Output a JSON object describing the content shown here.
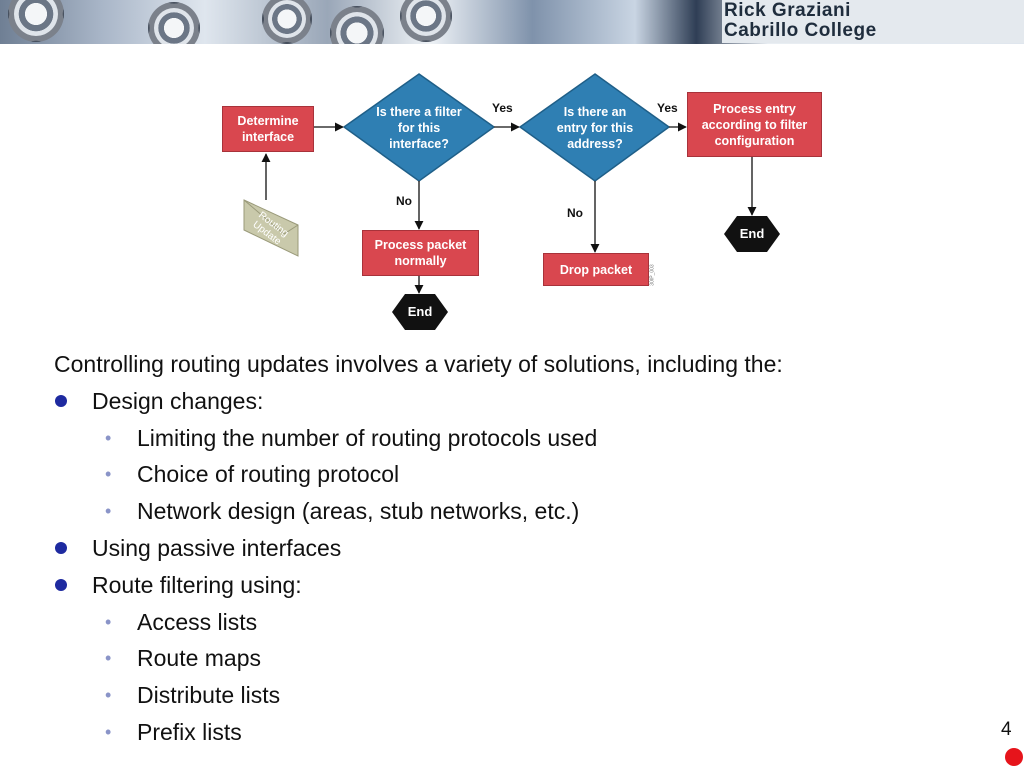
{
  "header": {
    "author_name": "Rick Graziani",
    "institution": "Cabrillo College"
  },
  "flowchart": {
    "determine_interface": "Determine interface",
    "envelope_label": "Routing Update",
    "decision_filter": "Is there a filter for this interface?",
    "decision_entry": "Is there an entry for this address?",
    "process_entry": "Process entry according to filter configuration",
    "process_normally": "Process packet normally",
    "drop_packet": "Drop packet",
    "end_1": "End",
    "end_2": "End",
    "yes_1": "Yes",
    "yes_2": "Yes",
    "no_1": "No",
    "no_2": "No",
    "figure_id": "30IP_003"
  },
  "body": {
    "intro": "Controlling routing updates involves a variety of solutions, including the:",
    "items": [
      {
        "label": "Design changes:",
        "subitems": [
          "Limiting the number of routing protocols used",
          "Choice of routing protocol",
          "Network design (areas, stub networks, etc.)"
        ]
      },
      {
        "label": "Using passive interfaces"
      },
      {
        "label": "Route filtering using:",
        "subitems": [
          "Access lists",
          "Route maps",
          "Distribute lists",
          "Prefix lists"
        ]
      }
    ]
  },
  "footer": {
    "page_number": "4"
  },
  "colors": {
    "box_fill": "#d9474f",
    "decision_fill": "#2f7fb3",
    "end_fill": "#111111",
    "bullet_level1": "#1e2aa0",
    "bullet_level2": "#8a94c8",
    "corner_dot": "#e6141b"
  }
}
